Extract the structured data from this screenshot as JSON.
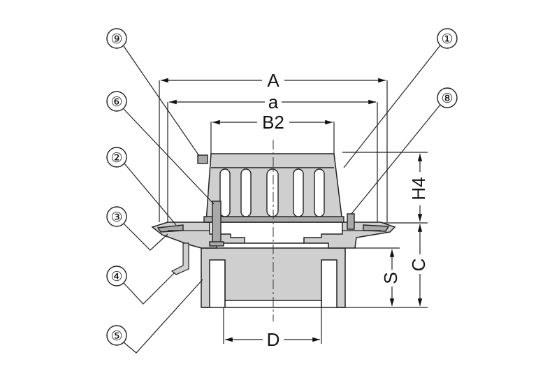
{
  "diagram": {
    "dimensions": {
      "A": "A",
      "a": "a",
      "B2": "B2",
      "H4": "H4",
      "C": "C",
      "S": "S",
      "D": "D"
    },
    "callouts": {
      "c1": "①",
      "c2": "②",
      "c3": "③",
      "c4": "④",
      "c5": "⑤",
      "c6": "⑥",
      "c8": "⑧",
      "c9": "⑨"
    }
  }
}
